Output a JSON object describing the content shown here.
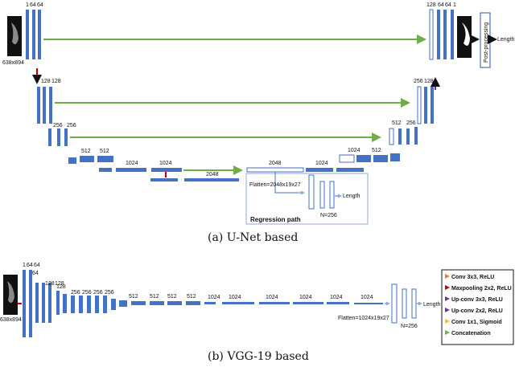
{
  "input_size": "638x894",
  "unet": {
    "caption": "(a) U-Net based",
    "enc_lbl": [
      "1",
      "64",
      "64",
      "128",
      "128",
      "256",
      "256",
      "512",
      "512",
      "1024",
      "1024",
      "2048"
    ],
    "dec_lbl": [
      "128",
      "64",
      "64",
      "1",
      "256",
      "128",
      "512",
      "256",
      "1024",
      "512",
      "2048",
      "1024"
    ],
    "post": "Post-processing",
    "length": "Length",
    "flatten": "Flatten=2048x19x27",
    "n": "N=256",
    "reg_title": "Regression path"
  },
  "vgg": {
    "caption": "(b) VGG-19 based",
    "top_lbl": [
      "1",
      "64",
      "64",
      "128",
      "128",
      "256",
      "256",
      "256",
      "256",
      "512",
      "512",
      "512",
      "512",
      "1024",
      "1024",
      "1024",
      "1024",
      "1024",
      "1024"
    ],
    "bot_lbl": [
      "64",
      "128"
    ],
    "flatten": "Flatten=1024x19x27",
    "n": "N=256",
    "length": "Length"
  },
  "legend": [
    {
      "label": "Conv 3x3, ReLU",
      "color": "#ed7d31"
    },
    {
      "label": "Maxpooling 2x2, ReLU",
      "color": "#c00000"
    },
    {
      "label": "Up-conv 3x3, ReLU",
      "color": "#7030a0"
    },
    {
      "label": "Up-conv 2x2, ReLU",
      "color": "#7030a0"
    },
    {
      "label": "Conv 1x1, Sigmoid",
      "color": "#ffc000"
    },
    {
      "label": "Concatenation",
      "color": "#70ad47"
    }
  ]
}
